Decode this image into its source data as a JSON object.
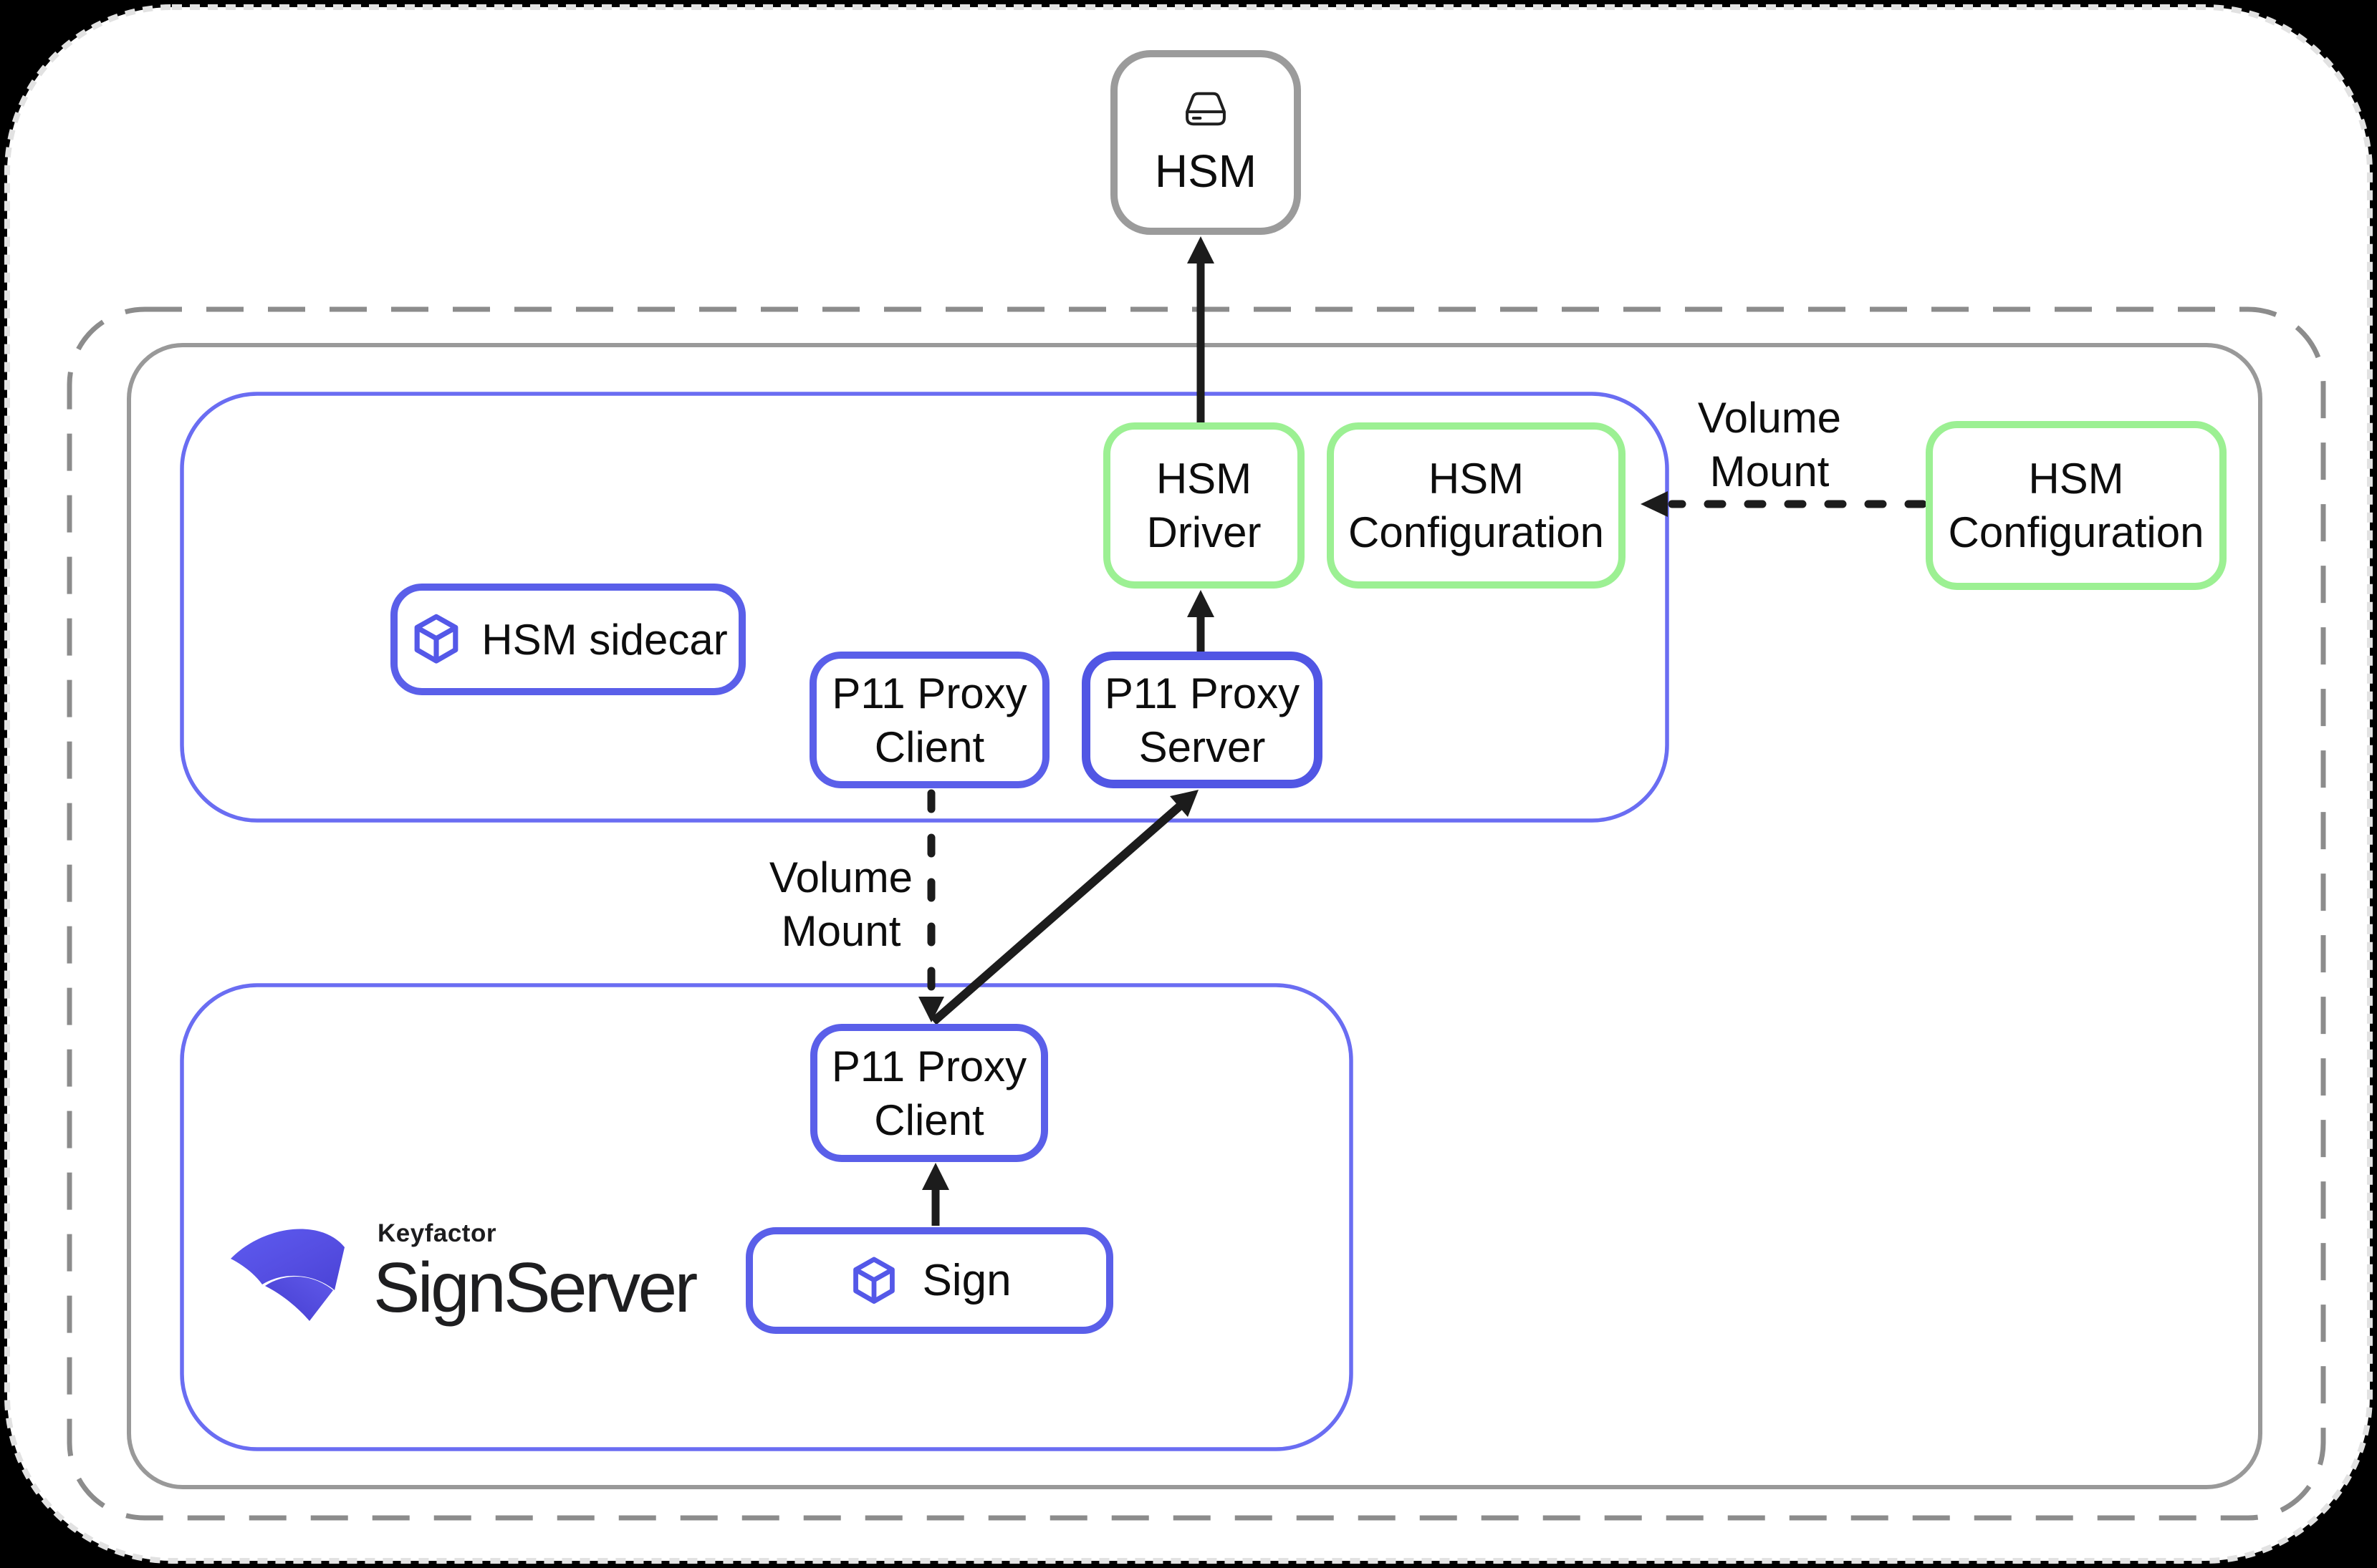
{
  "colors": {
    "accent_blue": "#5a5fe9",
    "accent_green": "#9cf093",
    "boundary_gray": "#999999",
    "arrow_black": "#1c1c1c",
    "logo_indigo": "#5a53e6"
  },
  "nodes": {
    "hsm": "HSM",
    "hsm_driver": "HSM Driver",
    "hsm_configuration_sidecar": "HSM Configuration",
    "hsm_configuration_external": "HSM Configuration",
    "hsm_sidecar": "HSM sidecar",
    "p11_proxy_client_sidecar": "P11 Proxy Client",
    "p11_proxy_server": "P11 Proxy Server",
    "p11_proxy_client_signserver": "P11 Proxy Client",
    "sign": "Sign"
  },
  "edges": {
    "volume_mount_top": "Volume Mount",
    "volume_mount_middle": "Volume Mount"
  },
  "logo": {
    "brand": "Keyfactor",
    "product": "SignServer"
  }
}
